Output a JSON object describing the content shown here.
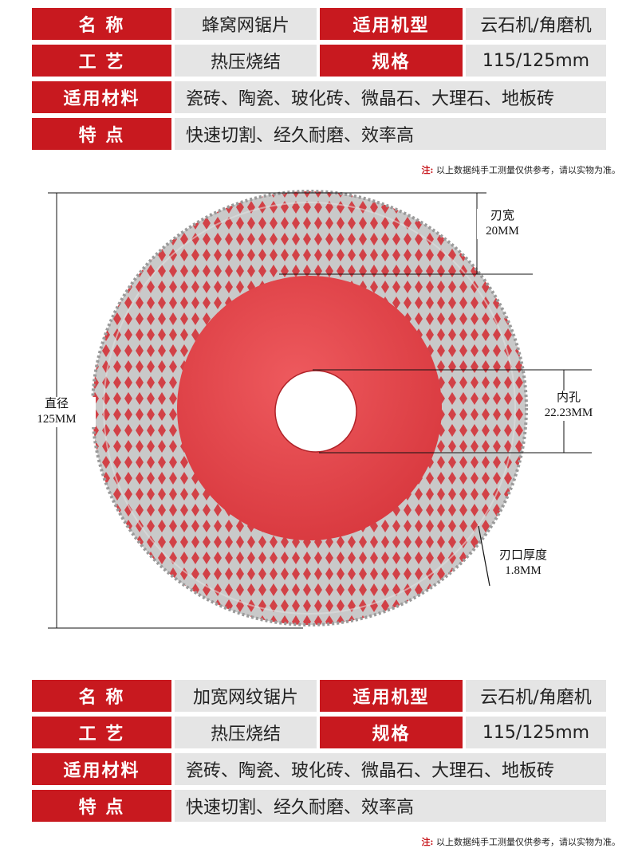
{
  "top_table": {
    "name_label": "名 称",
    "name_value": "蜂窝网锯片",
    "model_label": "适用机型",
    "model_value": "云石机/角磨机",
    "process_label": "工 艺",
    "process_value": "热压烧结",
    "spec_label": "规格",
    "spec_value": "115/125mm",
    "material_label": "适用材料",
    "material_value": "瓷砖、陶瓷、玻化砖、微晶石、大理石、地板砖",
    "feature_label": "特 点",
    "feature_value": "快速切割、经久耐磨、效率高"
  },
  "top_note": {
    "prefix": "注:",
    "text": "以上数据纯手工测量仅供参考，请以实物为准。"
  },
  "diagram": {
    "blade_width_label": "刃宽",
    "blade_width_value": "20MM",
    "diameter_label": "直径",
    "diameter_value": "125MM",
    "bore_label": "内孔",
    "bore_value": "22.23MM",
    "edge_label": "刃口厚度",
    "edge_value": "1.8MM",
    "colors": {
      "blade_red": "#e0474c",
      "segment_silver": "#c4c4c4",
      "brand_red": "#c8191f"
    }
  },
  "bottom_table": {
    "name_label": "名 称",
    "name_value": "加宽网纹锯片",
    "model_label": "适用机型",
    "model_value": "云石机/角磨机",
    "process_label": "工 艺",
    "process_value": "热压烧结",
    "spec_label": "规格",
    "spec_value": "115/125mm",
    "material_label": "适用材料",
    "material_value": "瓷砖、陶瓷、玻化砖、微晶石、大理石、地板砖",
    "feature_label": "特 点",
    "feature_value": "快速切割、经久耐磨、效率高"
  },
  "bottom_note": {
    "prefix": "注:",
    "text": "以上数据纯手工测量仅供参考，请以实物为准。"
  }
}
